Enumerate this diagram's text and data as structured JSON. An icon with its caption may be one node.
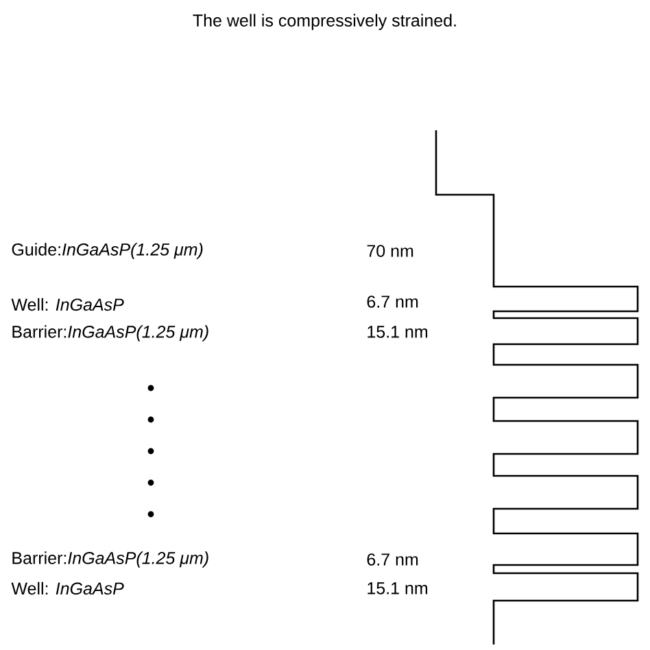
{
  "diagram": {
    "title": "The well is compressively strained.",
    "labels": [
      "Guide:*InGaAsP(1.25 μm)*",
      "70 nm",
      "Well: *InGaAsP*",
      "6.7 nm",
      "Barrier:*InGaAsP(1.25 μm)*",
      "15.1 nm",
      "Barrier:*InGaAsP(1.25 μm)*",
      "6.7 nm",
      "Well: *InGaAsP*",
      "15.1 nm"
    ]
  }
}
